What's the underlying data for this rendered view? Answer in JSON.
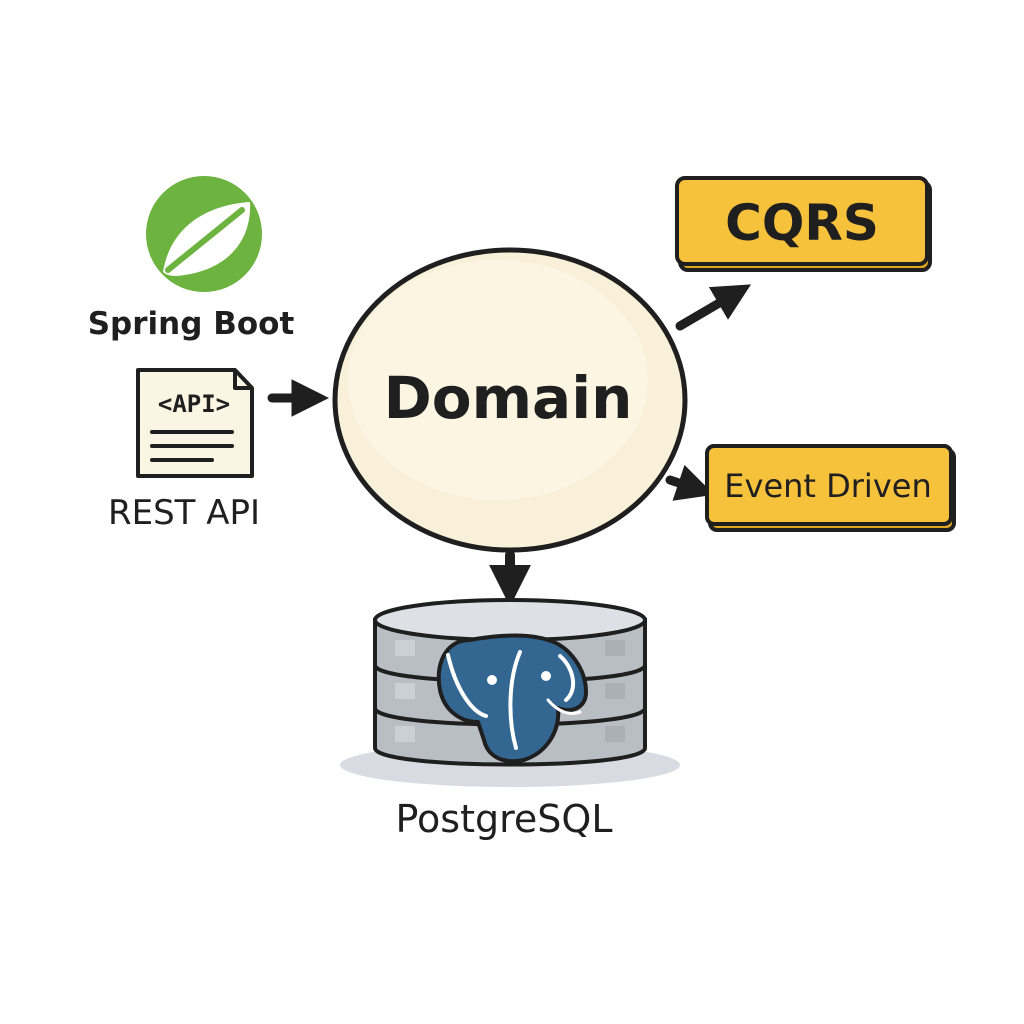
{
  "nodes": {
    "spring_boot": {
      "label": "Spring Boot"
    },
    "rest_api": {
      "label": "REST API",
      "doc_tag": "<API>"
    },
    "domain": {
      "label": "Domain"
    },
    "cqrs": {
      "label": "CQRS"
    },
    "event_driven": {
      "label": "Event Driven"
    },
    "postgresql": {
      "label": "PostgreSQL"
    }
  },
  "edges": [
    {
      "from": "rest_api",
      "to": "domain"
    },
    {
      "from": "domain",
      "to": "cqrs"
    },
    {
      "from": "domain",
      "to": "event_driven"
    },
    {
      "from": "domain",
      "to": "postgresql"
    }
  ],
  "icons": {
    "spring_boot": "spring-leaf-icon",
    "rest_api": "document-icon",
    "postgresql": "elephant-icon",
    "database": "database-cylinder-icon"
  },
  "colors": {
    "spring_green": "#6db33f",
    "domain_fill": "#f8f0d8",
    "box_fill": "#f6c13b",
    "doc_fill": "#fbf5e4",
    "db_gray": "#b9bec4",
    "pg_blue": "#336791",
    "ink": "#1f1f1f"
  }
}
